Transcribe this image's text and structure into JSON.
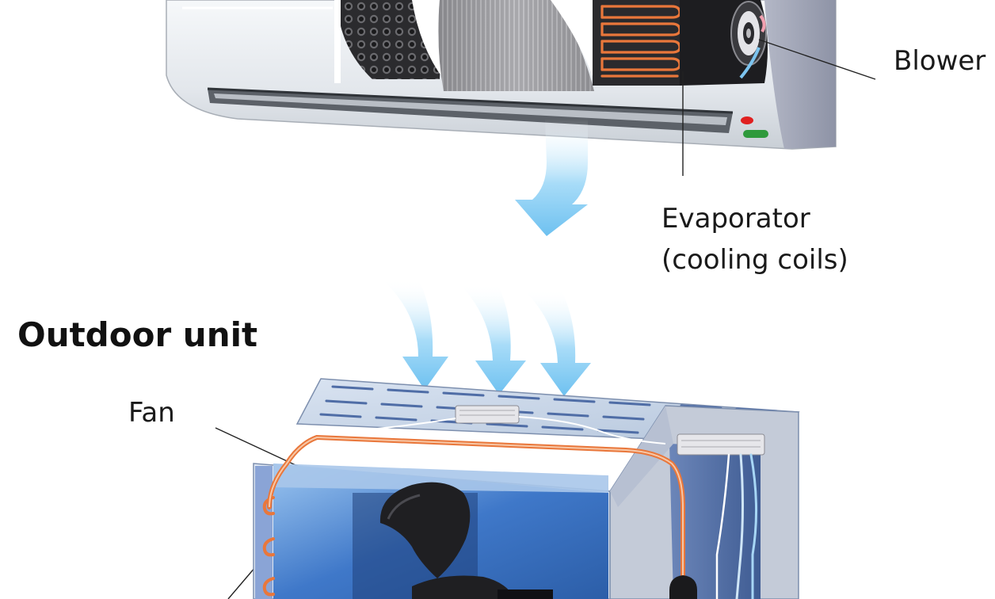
{
  "labels": {
    "blower": "Blower",
    "evaporator_line1": "Evaporator",
    "evaporator_line2": "(cooling coils)",
    "outdoor_unit": "Outdoor unit",
    "fan": "Fan"
  },
  "colors": {
    "refrigerant_pipe": "#e9773b",
    "casing": "#e8ecf1",
    "airflow": "#8fd0f5",
    "fan_chamber": "#3f78c9",
    "fan_blade": "#1f1f22",
    "indicator_red": "#e02020",
    "indicator_green": "#2f9a3c"
  }
}
